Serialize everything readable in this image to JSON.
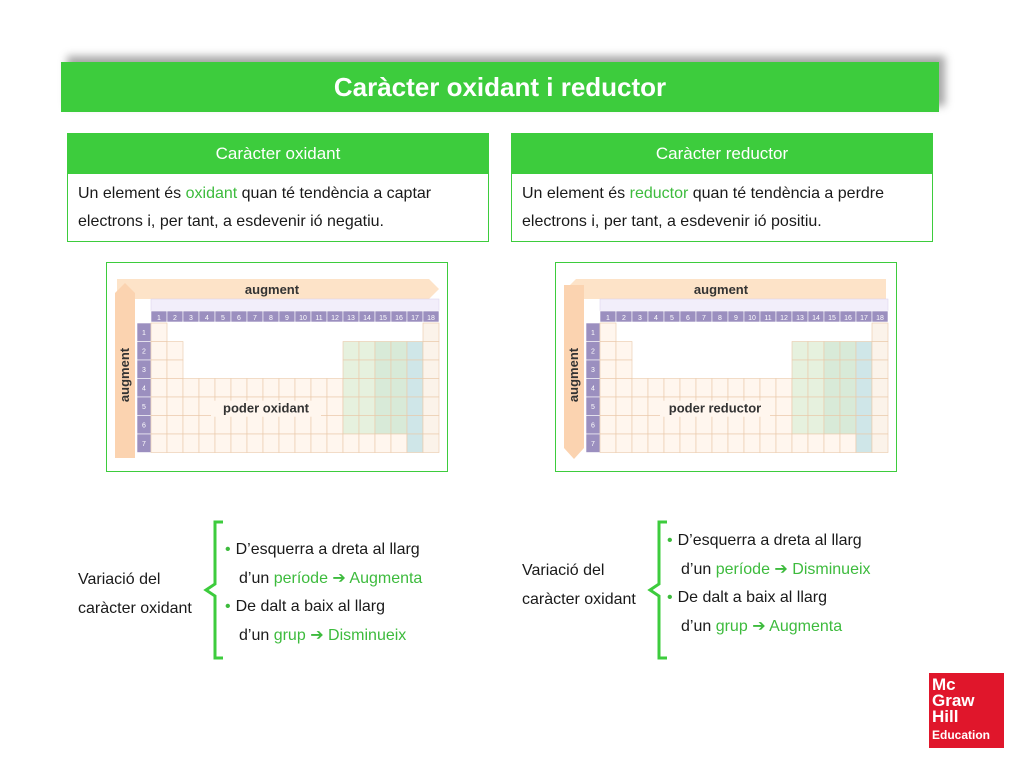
{
  "title": "Caràcter oxidant i reductor",
  "left_box": {
    "header": "Caràcter oxidant",
    "text_before": "Un element és ",
    "highlight": "oxidant",
    "text_after": " quan té tendència a captar electrons i, per tant, a esdevenir ió negatiu."
  },
  "right_box": {
    "header": "Caràcter reductor",
    "text_before": "Un element és ",
    "highlight": "reductor",
    "text_after": " quan té tendència a perdre electrons i, per tant, a esdevenir ió positiu."
  },
  "left_table": {
    "top_arrow": "augment",
    "side_arrow": "augment",
    "center_label": "poder oxidant"
  },
  "right_table": {
    "top_arrow": "augment",
    "side_arrow": "augment",
    "center_label": "poder reductor"
  },
  "group_numbers": [
    "1",
    "2",
    "3",
    "4",
    "5",
    "6",
    "7",
    "8",
    "9",
    "10",
    "11",
    "12",
    "13",
    "14",
    "15",
    "16",
    "17",
    "18"
  ],
  "period_numbers": [
    "1",
    "2",
    "3",
    "4",
    "5",
    "6",
    "7"
  ],
  "left_variation": {
    "label_line1": "Variació del",
    "label_line2": "caràcter oxidant",
    "b1_line1": "D’esquerra a dreta al llarg",
    "b1_pre": "d’un ",
    "b1_term": "període",
    "b1_result": "Augmenta",
    "b2_line1": "De dalt a baix al llarg",
    "b2_pre": "d’un ",
    "b2_term": "grup",
    "b2_result": "Disminueix"
  },
  "right_variation": {
    "label_line1": "Variació del",
    "label_line2": "caràcter oxidant",
    "b1_line1": "D’esquerra a dreta al llarg",
    "b1_pre": "d’un ",
    "b1_term": "període",
    "b1_result": "Disminueix",
    "b2_line1": "De dalt a baix al llarg",
    "b2_pre": "d’un ",
    "b2_term": "grup",
    "b2_result": "Augmenta"
  },
  "logo": {
    "line1": "Mc",
    "line2": "Graw",
    "line3": "Hill",
    "line4": "Education"
  },
  "colors": {
    "accent_green": "#3dcc3d",
    "text_green": "#3dbb3d",
    "logo_red": "#e0162b",
    "arrow_orange": "#f5a46a",
    "table_purple": "#9b8fbf"
  },
  "arrow_glyph": "➔"
}
